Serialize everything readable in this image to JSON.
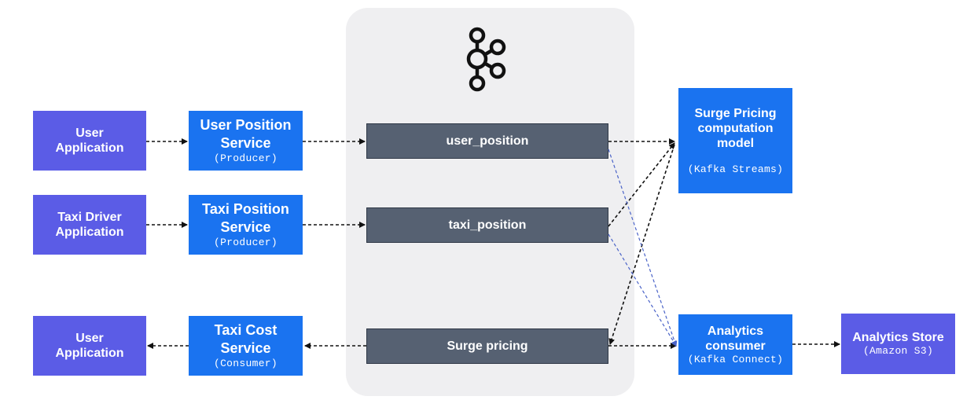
{
  "logo": {
    "name": "apache-kafka-icon"
  },
  "left_apps": [
    {
      "id": "user-app-top",
      "label_lines": [
        "User",
        "Application"
      ]
    },
    {
      "id": "taxi-driver-app",
      "label_lines": [
        "Taxi Driver",
        "Application"
      ]
    },
    {
      "id": "user-app-bottom",
      "label_lines": [
        "User",
        "Application"
      ]
    }
  ],
  "services": [
    {
      "id": "user-position-service",
      "label_lines": [
        "User Position",
        "Service"
      ],
      "role": "(Producer)"
    },
    {
      "id": "taxi-position-service",
      "label_lines": [
        "Taxi Position",
        "Service"
      ],
      "role": "(Producer)"
    },
    {
      "id": "taxi-cost-service",
      "label_lines": [
        "Taxi Cost",
        "Service"
      ],
      "role": "(Consumer)"
    }
  ],
  "topics": [
    {
      "id": "user-position",
      "label": "user_position"
    },
    {
      "id": "taxi-position",
      "label": "taxi_position"
    },
    {
      "id": "surge-pricing",
      "label": "Surge pricing"
    }
  ],
  "surge_model": {
    "label_lines": [
      "Surge Pricing",
      "computation",
      "model"
    ],
    "role": "(Kafka Streams)"
  },
  "analytics_consumer": {
    "label_lines": [
      "Analytics",
      "consumer"
    ],
    "role": "(Kafka Connect)"
  },
  "analytics_store": {
    "label": "Analytics Store",
    "role": "(Amazon S3)"
  },
  "colors": {
    "app_purple": "#5b5ce6",
    "service_blue": "#1a73f0",
    "topic_slate": "#566172",
    "kafka_panel": "#efeff1",
    "arrow_black": "#111111",
    "arrow_blue": "#4a63c8"
  }
}
